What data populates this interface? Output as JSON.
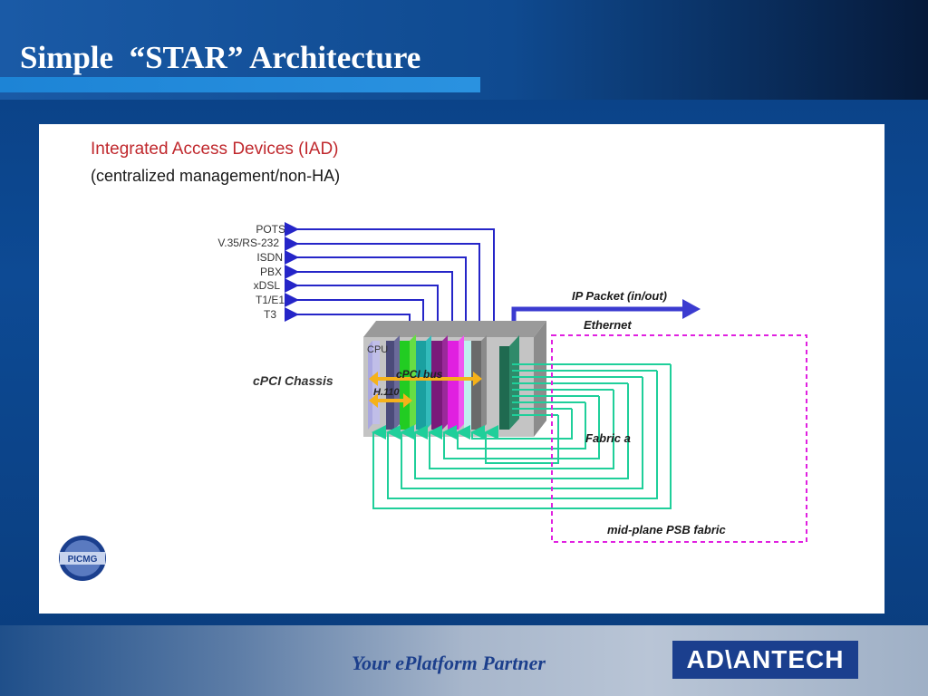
{
  "slide": {
    "title": "Simple  “STAR” Architecture"
  },
  "diagram": {
    "heading_main": "Integrated Access Devices (IAD)",
    "heading_sub": "(centralized management/non-HA)",
    "interfaces": [
      "POTS",
      "V.35/RS-232",
      "ISDN",
      "PBX",
      "xDSL",
      "T1/E1",
      "T3"
    ],
    "ip_packet_label": "IP Packet (in/out)",
    "ethernet_label": "Ethernet",
    "cpu_label": "CPU",
    "cpci_bus_label": "cPCI bus",
    "h110_label": "H.110",
    "chassis_label": "cPCI Chassis",
    "fabric_label": "Fabric a",
    "psb_label": "mid-plane PSB fabric",
    "logo_text": "PICMG"
  },
  "footer": {
    "tagline": "Your ePlatform Partner",
    "brand": "AD\\ANTECH"
  },
  "colors": {
    "heading_red": "#c0282d",
    "blue_line": "#2525c8",
    "green_line": "#1fcf9a",
    "dashed_magenta": "#e020e0",
    "bus_orange": "#f5b21a"
  }
}
